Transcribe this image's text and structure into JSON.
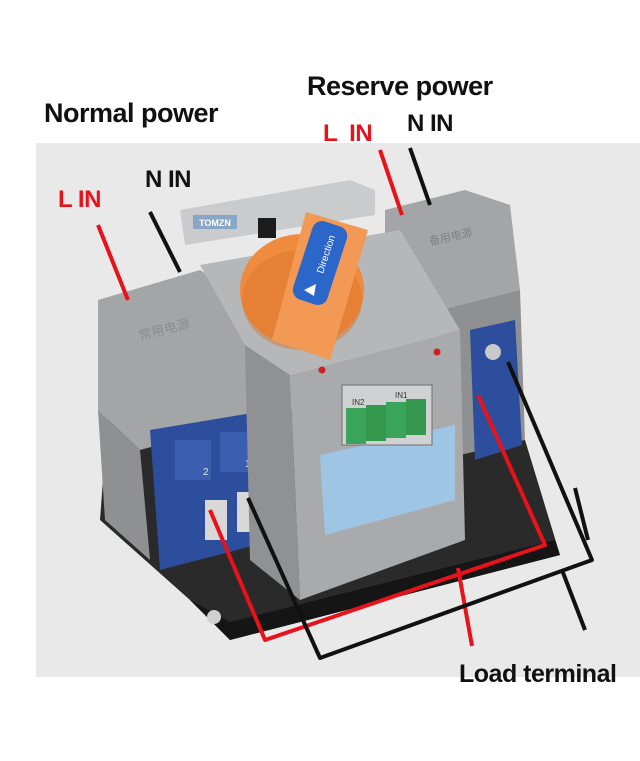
{
  "labels": {
    "normal_power": "Normal power",
    "reserve_power": "Reserve power",
    "normal_l_in": "L IN",
    "normal_n_in": "N IN",
    "reserve_l_in": "L  IN",
    "reserve_n_in": "N IN",
    "load_terminal": "Load terminal"
  },
  "device": {
    "brand": "TOMZN",
    "knob_text": "Direction",
    "left_module_text": "常用电源",
    "right_module_text": "备用电源",
    "terminal_labels": [
      "IN2",
      "IN1"
    ],
    "bottom_terminal_numbers": [
      "2",
      "1"
    ]
  },
  "colors": {
    "live_wire": "#e8121b",
    "neutral_wire": "#111111",
    "knob": "#f08a3c",
    "housing": "#9a9c9e",
    "terminal_block": "#2d4e9c",
    "connector": "#3aa55a",
    "backdrop": "#e9e9e9"
  }
}
